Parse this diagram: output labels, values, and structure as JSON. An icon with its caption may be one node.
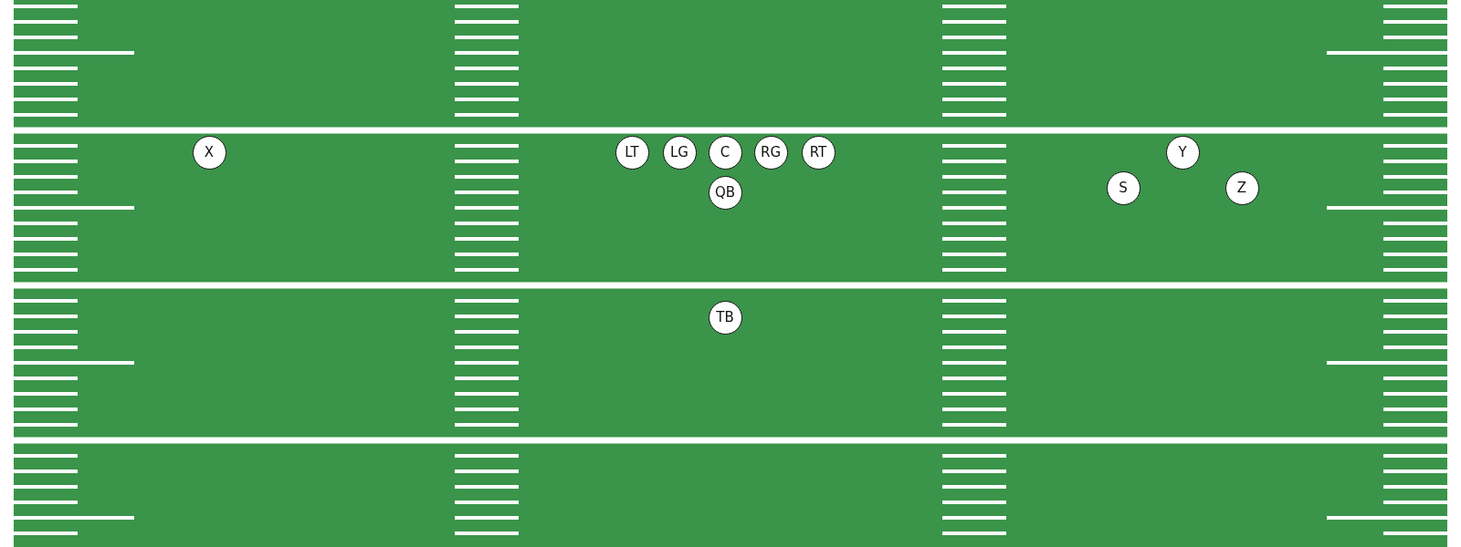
{
  "diagram": {
    "nodes": [
      {
        "text": [
          "X"
        ]
      },
      {
        "text": [
          "LT"
        ]
      },
      {
        "text": [
          "LG"
        ]
      },
      {
        "text": [
          "C"
        ]
      },
      {
        "text": [
          "RG"
        ]
      },
      {
        "text": [
          "RT"
        ]
      },
      {
        "text": [
          "Y"
        ]
      },
      {
        "text": [
          "S"
        ]
      },
      {
        "text": [
          "QB"
        ]
      },
      {
        "text": [
          "Z"
        ]
      },
      {
        "text": [
          "TB"
        ]
      }
    ]
  }
}
